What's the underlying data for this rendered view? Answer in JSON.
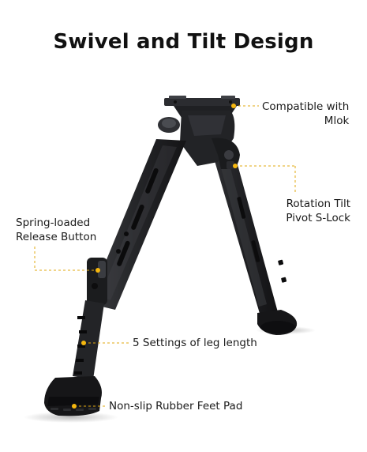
{
  "title": "Swivel and Tilt Design",
  "callouts": {
    "mlok": {
      "line1": "Compatible with",
      "line2": "Mlok"
    },
    "tilt": {
      "line1": "Rotation Tilt",
      "line2": "Pivot S-Lock"
    },
    "spring": {
      "line1": "Spring-loaded",
      "line2": "Release Button"
    },
    "settings": {
      "line1": "5 Settings of leg length"
    },
    "feet": {
      "line1": "Non-slip Rubber Feet Pad"
    }
  },
  "colors": {
    "background": "#ffffff",
    "title": "#111111",
    "accent": "#f5b70f",
    "leader": "#e0a810",
    "metal_dark": "#1c1c1e",
    "metal_mid": "#2c2d30",
    "metal_light": "#45474c"
  }
}
